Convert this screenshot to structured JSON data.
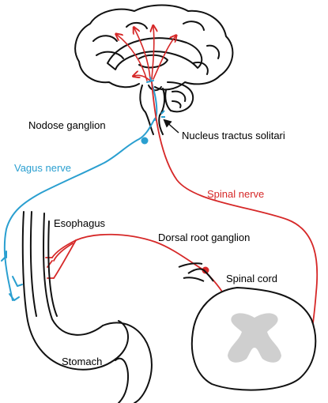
{
  "labels": {
    "nodose_ganglion": "Nodose ganglion",
    "nucleus_tractus_solitari": "Nucleus tractus solitari",
    "vagus_nerve": "Vagus nerve",
    "spinal_nerve": "Spinal nerve",
    "esophagus": "Esophagus",
    "dorsal_root_ganglion": "Dorsal root ganglion",
    "spinal_cord": "Spinal cord",
    "stomach": "Stomach"
  },
  "colors": {
    "vagal_pathway": "#2a9fd0",
    "spinal_pathway": "#d62828",
    "outline": "#111111",
    "gray_matter": "#cfcfcf",
    "vagus_label": "#2a9fd0",
    "spinal_label": "#d62828"
  }
}
